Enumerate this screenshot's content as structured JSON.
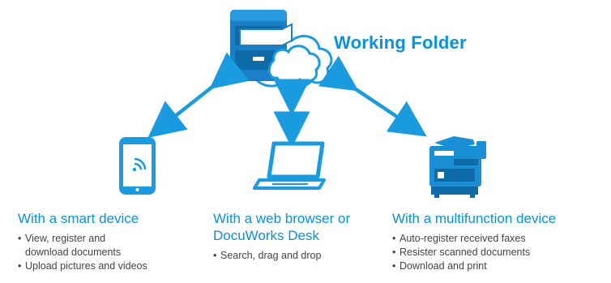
{
  "title": "Working Folder",
  "columns": [
    {
      "heading": "With a smart device",
      "items": [
        "View, register and",
        "download documents",
        "Upload pictures and videos"
      ],
      "bullets": [
        true,
        false,
        true
      ]
    },
    {
      "heading": "With a web browser or DocuWorks Desk",
      "items": [
        "Search, drag and drop"
      ],
      "bullets": [
        true
      ]
    },
    {
      "heading": "With a multifunction device",
      "items": [
        "Auto-register received faxes",
        "Resister scanned documents",
        "Download and print"
      ],
      "bullets": [
        true,
        true,
        true
      ]
    }
  ],
  "icons": {
    "hub": "cloud-cabinet-icon",
    "smart": "smartphone-wifi-icon",
    "web": "laptop-icon",
    "mfd": "multifunction-printer-icon"
  },
  "colors": {
    "accent": "#0a91d6",
    "icon": "#1a9be0",
    "text": "#444444"
  }
}
